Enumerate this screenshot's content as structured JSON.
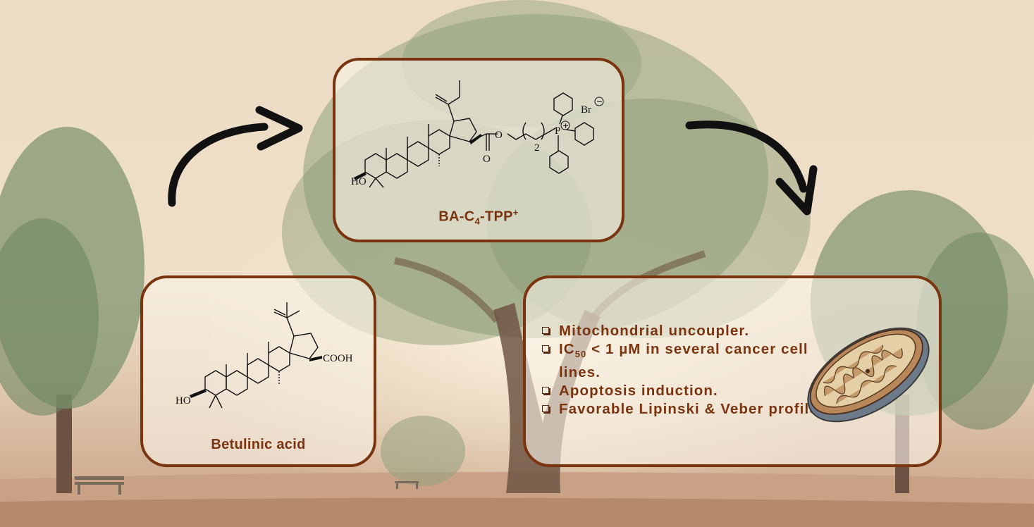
{
  "boxes": {
    "top": {
      "caption_main": "BA-C",
      "caption_sub": "4",
      "caption_rest": "-TPP",
      "caption_sup": "+",
      "atoms": {
        "o_ester": "O",
        "o_carbonyl": "O",
        "hydroxyl": "HO",
        "chain_index": "2",
        "phosphorus": "P",
        "bromide": "Br",
        "cation_charge": "+",
        "anion_charge": "−"
      }
    },
    "left": {
      "caption": "Betulinic acid",
      "atoms": {
        "acid": "COOH",
        "hydroxyl": "HO"
      }
    },
    "right": {
      "items": [
        {
          "pre": "Mitochondrial uncoupler.",
          "sub": "",
          "post": ""
        },
        {
          "pre": "IC",
          "sub": "50",
          "post": " < 1 µM in several cancer cell lines."
        },
        {
          "pre": "Apoptosis induction.",
          "sub": "",
          "post": ""
        },
        {
          "pre": "Favorable Lipinski & Veber profile.",
          "sub": "",
          "post": ""
        }
      ]
    }
  },
  "colors": {
    "accent": "#7a3510",
    "arrow": "#111111",
    "panel_fill": "#f8f2e6",
    "sky": "#e9d6bd",
    "ground": "#c49b7c",
    "foliage": "#8f9f7a"
  },
  "icons": [
    "curved-arrow-icon",
    "square-bullet-icon",
    "mitochondrion-icon"
  ]
}
